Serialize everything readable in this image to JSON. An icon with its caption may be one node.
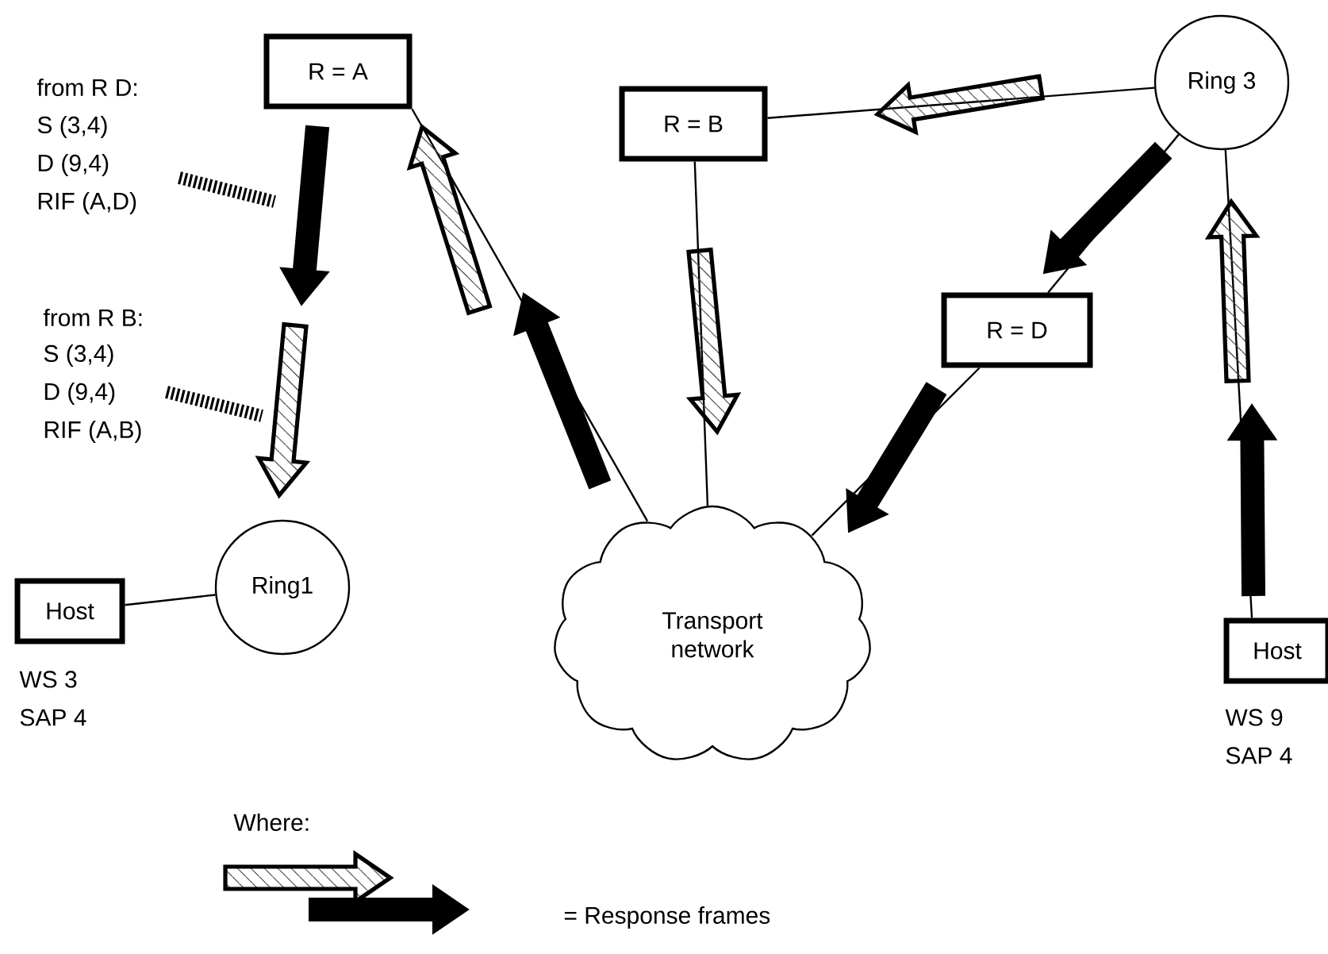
{
  "diagram": {
    "nodes": [
      {
        "text": [
          "R = A"
        ]
      },
      {
        "text": [
          "R = B"
        ]
      },
      {
        "text": [
          "Ring 3"
        ]
      },
      {
        "text": [
          "R = D"
        ]
      },
      {
        "text": [
          "Transport network"
        ]
      },
      {
        "text": [
          "Ring1"
        ]
      },
      {
        "text": [
          "Host"
        ],
        "beside": [
          "WS 3",
          "SAP 4"
        ]
      },
      {
        "text": [
          "Host"
        ],
        "beside": [
          "WS 9",
          "SAP 4"
        ]
      }
    ],
    "edges": [
      {
        "from": 0,
        "to": 4,
        "arrow": "none"
      },
      {
        "from": 1,
        "to": 4,
        "arrow": "none"
      },
      {
        "from": 2,
        "to": 1,
        "arrow": "none"
      },
      {
        "from": 2,
        "to": 3,
        "arrow": "none"
      },
      {
        "from": 3,
        "to": 4,
        "arrow": "none"
      },
      {
        "from": 2,
        "to": 7,
        "arrow": "none"
      },
      {
        "from": 5,
        "to": 6,
        "arrow": "none"
      }
    ],
    "labels": [
      "from R D:",
      "S (3,4)",
      "D (9,4)",
      "RIF (A,D)",
      "from R B:",
      "S (3,4)",
      "D (9,4)",
      "RIF (A,B)",
      "Where:"
    ],
    "legend": [
      {
        "text": "= Response frames"
      }
    ]
  }
}
